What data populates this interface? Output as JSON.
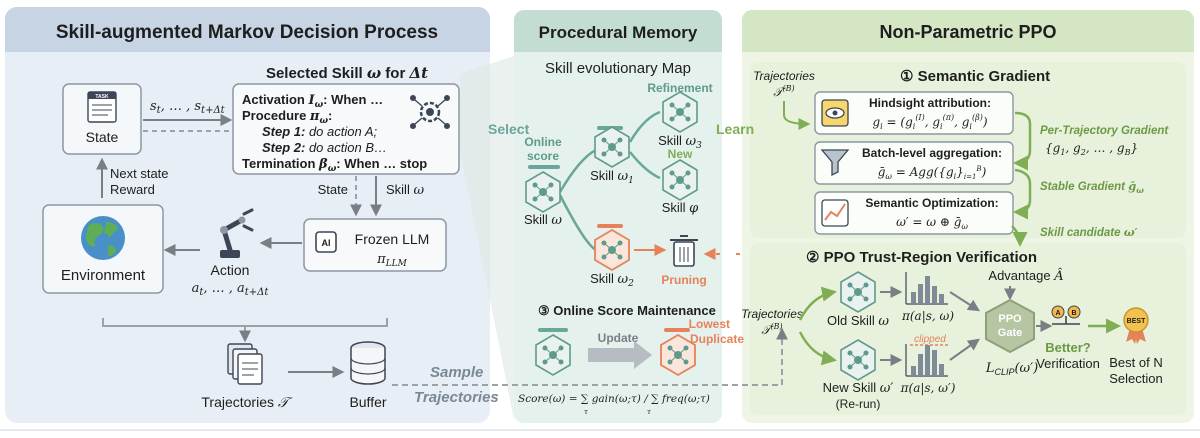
{
  "panels": {
    "left_title": "Skill-augmented Markov Decision Process",
    "middle_title": "Procedural Memory",
    "right_title": "Non-Parametric PPO"
  },
  "left": {
    "state_label": "State",
    "task_icon_text": "TASK",
    "state_seq": "s_t, … , s_{t+Δt}",
    "skill_box_title": "Selected Skill ω for Δt",
    "activation": "Activation I_ω: When …",
    "procedure": "Procedure π_ω:",
    "step1": "Step 1: do action A;",
    "step2": "Step 2: do action B…",
    "termination": "Termination β_ω: When … stop",
    "next_state": "Next state",
    "reward": "Reward",
    "state_arrow": "State",
    "skill_arrow": "Skill ω",
    "environment": "Environment",
    "action": "Action",
    "action_seq": "a_t, … , a_{t+Δt}",
    "frozen_llm": "Frozen LLM",
    "pi_llm": "π_LLM",
    "ai_chip": "AI",
    "trajectories": "Trajectories 𝒯",
    "buffer": "Buffer"
  },
  "middle": {
    "map_title": "Skill evolutionary Map",
    "online_score": "Online score",
    "skill_omega": "Skill ω",
    "skill_w1": "Skill ω₁",
    "skill_w2": "Skill ω₂",
    "skill_w3": "Skill ω₃",
    "skill_phi": "Skill φ",
    "refinement": "Refinement",
    "new": "New",
    "pruning": "Pruning",
    "select": "Select",
    "learn": "Learn",
    "maintenance_num": "③",
    "maintenance_title": "Online Score Maintenance",
    "update": "Update",
    "lowest": "Lowest",
    "duplicate": "Duplicate",
    "score_formula": "Score(ω) = ∑ gain(ω;τ) / ∑ freq(ω;τ)",
    "sum_sub": "τ",
    "sample": "Sample",
    "trajectories_italic": "Trajectories"
  },
  "right": {
    "traj_top": "Trajectories",
    "traj_top_sym": "𝒯^(B)",
    "sg_num": "①",
    "sg_title": "Semantic Gradient",
    "hindsight_title": "Hindsight attribution:",
    "hindsight_formula": "g_i = (g_i^(I), g_i^(π), g_i^(β))",
    "batch_title": "Batch-level aggregation:",
    "batch_formula": "ḡ_ω = Agg({g_i}_{i=1}^B)",
    "semopt_title": "Semantic Optimization:",
    "semopt_formula": "ω′ = ω ⊕ ḡ_ω",
    "per_traj": "Per-Trajectory Gradient",
    "g_set": "{g_1, g_2, … , g_B}",
    "stable_grad": "Stable Gradient ḡ_ω",
    "skill_candidate": "Skill candidate ω′",
    "ppo_num": "②",
    "ppo_title": "PPO Trust-Region Verification",
    "traj_bottom": "Trajectories",
    "traj_bottom_sym": "𝒯^(B)",
    "old_skill": "Old Skill ω",
    "new_skill": "New Skill ω′",
    "rerun": "(Re-run)",
    "pi_old": "π(a|s, ω)",
    "pi_new": "π(a|s, ω′)",
    "clipped": "clipped",
    "advantage": "Advantage Â",
    "ppo_gate": "PPO Gate",
    "l_clip": "L_CLIP(ω′)",
    "better": "Better?",
    "verification": "Verification",
    "best_of_n": "Best of N",
    "selection": "Selection",
    "best_badge": "BEST"
  },
  "colors": {
    "left_bg": "#e8eef5",
    "left_header": "#c6d4e3",
    "mid_bg": "#e5f1ec",
    "mid_header": "#c3ddd3",
    "right_bg": "#eef5e4",
    "right_header": "#d4e6c4",
    "teal": "#6aa79a",
    "green": "#7fae55",
    "orange": "#e5825a",
    "grey": "#7a7f86"
  }
}
